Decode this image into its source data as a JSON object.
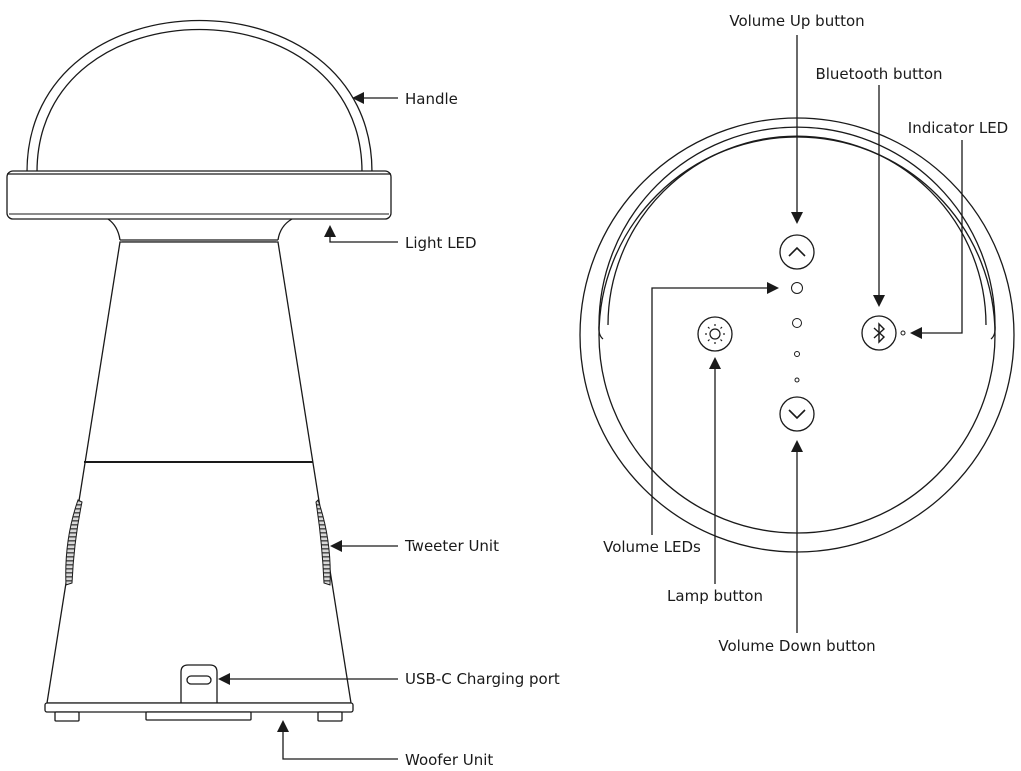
{
  "labels": {
    "handle": "Handle",
    "light_led": "Light LED",
    "tweeter_unit": "Tweeter Unit",
    "usb_c_port": "USB-C Charging port",
    "woofer_unit": "Woofer Unit",
    "volume_up_button": "Volume Up button",
    "bluetooth_button": "Bluetooth button",
    "indicator_led": "Indicator LED",
    "volume_leds": "Volume LEDs",
    "lamp_button": "Lamp button",
    "volume_down_button": "Volume Down button"
  },
  "icons": {
    "volume_up": "chevron-up-icon",
    "volume_down": "chevron-down-icon",
    "lamp": "sun-icon",
    "bluetooth": "bluetooth-icon"
  },
  "colors": {
    "line": "#1a1a1a",
    "background": "#ffffff"
  }
}
